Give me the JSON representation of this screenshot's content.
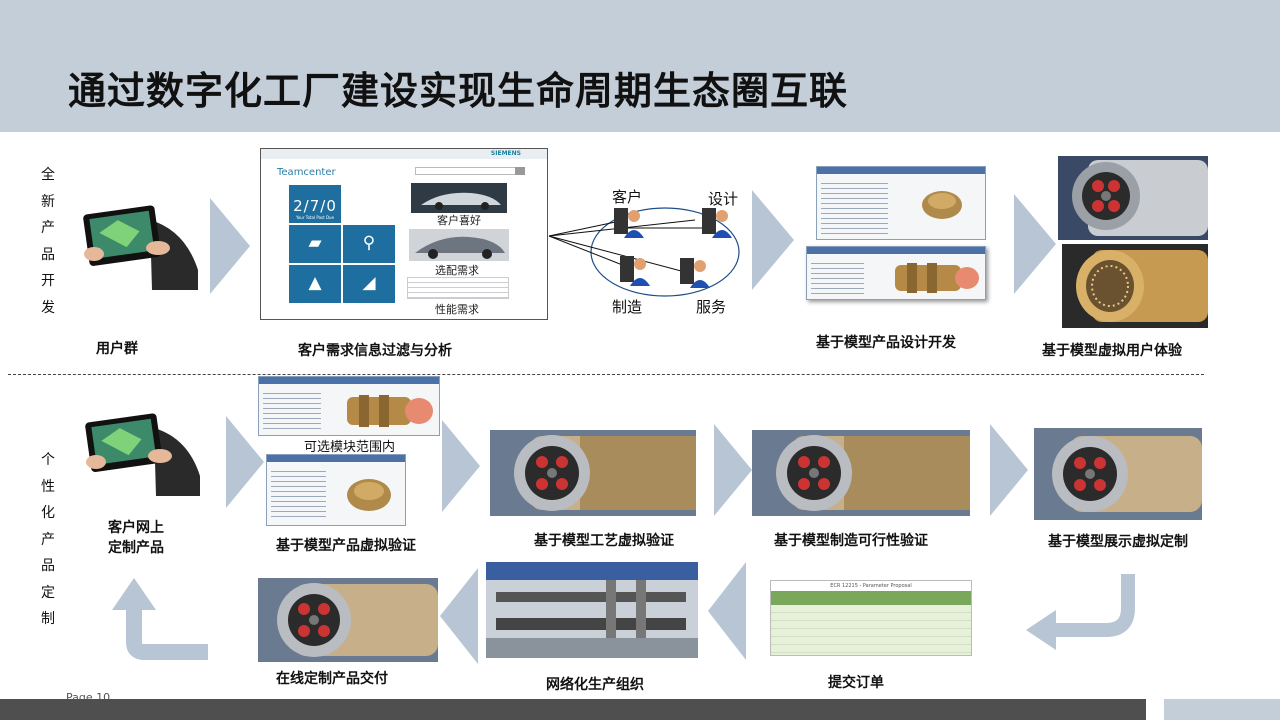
{
  "title": "通过数字化工厂建设实现生命周期生态圈互联",
  "sections": {
    "top_label": [
      "全",
      "新",
      "产",
      "品",
      "开",
      "发"
    ],
    "bottom_label": [
      "个",
      "性",
      "化",
      "产",
      "品",
      "定",
      "制"
    ]
  },
  "top_row": {
    "user_group": "用户群",
    "customer_filter": "客户需求信息过滤与分析",
    "model_design": "基于模型产品设计开发",
    "virtual_experience": "基于模型虚拟用户体验"
  },
  "teamcenter": {
    "brand": "SIEMENS",
    "app_name": "Teamcenter",
    "counter": "2/7/0",
    "counter_sub": "Your   Total   Past Due",
    "label_preference": "客户喜好",
    "label_options": "选配需求",
    "label_performance": "性能需求"
  },
  "network": {
    "customer": "客户",
    "design": "设计",
    "manufacture": "制造",
    "service": "服务"
  },
  "bottom_row": {
    "online_custom": "客户网上\n定制产品",
    "optional_modules": "可选模块范围内",
    "product_virtual_verify": "基于模型产品虚拟验证",
    "process_virtual_verify": "基于模型工艺虚拟验证",
    "manufacturability_verify": "基于模型制造可行性验证",
    "display_virtual_custom": "基于模型展示虚拟定制",
    "online_delivery": "在线定制产品交付",
    "networked_production": "网络化生产组织",
    "submit_order": "提交订单"
  },
  "order_sheet": {
    "title": "ECR 12215 - Parameter Proposal"
  },
  "footer": {
    "page": "Page 10"
  },
  "colors": {
    "header_bg": "#c4ced9",
    "chevron": "#b7c5d4",
    "footer_bar": "#4f4f4f",
    "tile": "#1e6f9f"
  }
}
